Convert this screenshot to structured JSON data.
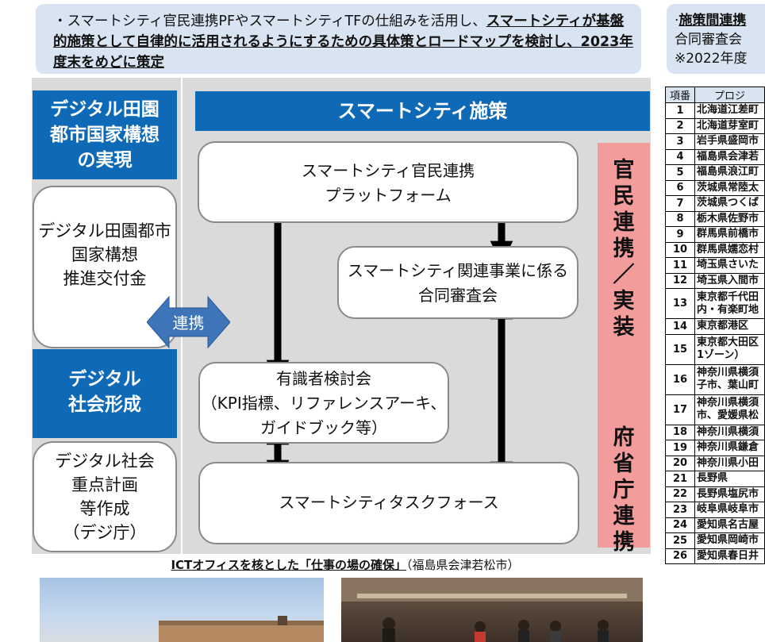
{
  "banner": {
    "prefix": "・スマートシティ官民連携PFやスマートシティTFの仕組みを活用し、",
    "emphasis": "スマートシティが基盤的施策として自律的に活用されるようにするための具体策とロードマップを検討し、2023年度末をめどに策定"
  },
  "right_banner": {
    "line1_bold": "施策間連携",
    "line1_rest": "",
    "line2": "合同審査会",
    "line3": "※2022年度"
  },
  "left": {
    "header1": [
      "デジタル田園",
      "都市国家構想",
      "の実現"
    ],
    "box1": [
      "デジタル田園都市",
      "国家構想",
      "推進交付金"
    ],
    "connector": "連携",
    "header2": [
      "デジタル",
      "社会形成"
    ],
    "box2": [
      "デジタル社会",
      "重点計画",
      "等作成",
      "（デジ庁）"
    ]
  },
  "main": {
    "header": "スマートシティ施策",
    "box1": [
      "スマートシティ官民連携",
      "プラットフォーム"
    ],
    "box2": [
      "スマートシティ関連事業に係る",
      "合同審査会"
    ],
    "box3": [
      "有識者検討会",
      "（KPI指標、リファレンスアーキ、",
      "ガイドブック等）"
    ],
    "box4": "スマートシティタスクフォース",
    "side_top": [
      "官",
      "民",
      "連",
      "携",
      "／",
      "実",
      "装"
    ],
    "side_bottom": [
      "府",
      "省",
      "庁",
      "連",
      "携"
    ]
  },
  "caption": {
    "bold": "ICTオフィスを核とした「仕事の場の確保」",
    "rest": "（福島県会津若松市）"
  },
  "table": {
    "col_num": "項番",
    "col_name": "プロジ",
    "rows": [
      {
        "n": "1",
        "name": [
          "北海道江差町"
        ]
      },
      {
        "n": "2",
        "name": [
          "北海道芽室町"
        ]
      },
      {
        "n": "3",
        "name": [
          "岩手県盛岡市"
        ]
      },
      {
        "n": "4",
        "name": [
          "福島県会津若"
        ]
      },
      {
        "n": "5",
        "name": [
          "福島県浪江町"
        ]
      },
      {
        "n": "6",
        "name": [
          "茨城県常陸太"
        ]
      },
      {
        "n": "7",
        "name": [
          "茨城県つくば"
        ]
      },
      {
        "n": "8",
        "name": [
          "栃木県佐野市"
        ]
      },
      {
        "n": "9",
        "name": [
          "群馬県前橋市"
        ]
      },
      {
        "n": "10",
        "name": [
          "群馬県嬬恋村"
        ]
      },
      {
        "n": "11",
        "name": [
          "埼玉県さいた"
        ]
      },
      {
        "n": "12",
        "name": [
          "埼玉県入間市"
        ]
      },
      {
        "n": "13",
        "name": [
          "東京都千代田",
          "内・有楽町地"
        ]
      },
      {
        "n": "14",
        "name": [
          "東京都港区"
        ]
      },
      {
        "n": "15",
        "name": [
          "東京都大田区",
          "1ゾーン）"
        ]
      },
      {
        "n": "16",
        "name": [
          "神奈川県横須",
          "子市、葉山町"
        ]
      },
      {
        "n": "17",
        "name": [
          "神奈川県横須",
          "市、愛媛県松"
        ]
      },
      {
        "n": "18",
        "name": [
          "神奈川県横須"
        ]
      },
      {
        "n": "19",
        "name": [
          "神奈川県鎌倉"
        ]
      },
      {
        "n": "20",
        "name": [
          "神奈川県小田"
        ]
      },
      {
        "n": "21",
        "name": [
          "長野県"
        ]
      },
      {
        "n": "22",
        "name": [
          "長野県塩尻市"
        ]
      },
      {
        "n": "23",
        "name": [
          "岐阜県岐阜市"
        ]
      },
      {
        "n": "24",
        "name": [
          "愛知県名古屋"
        ]
      },
      {
        "n": "25",
        "name": [
          "愛知県岡崎市"
        ]
      },
      {
        "n": "26",
        "name": [
          "愛知県春日井"
        ]
      }
    ]
  },
  "colors": {
    "header_blue": "#0e6ab7",
    "panel_gray": "#dadada",
    "banner_blue": "#d9e4f3",
    "side_pink": "#f29c9c",
    "connector_blue": "#3e74b8"
  }
}
